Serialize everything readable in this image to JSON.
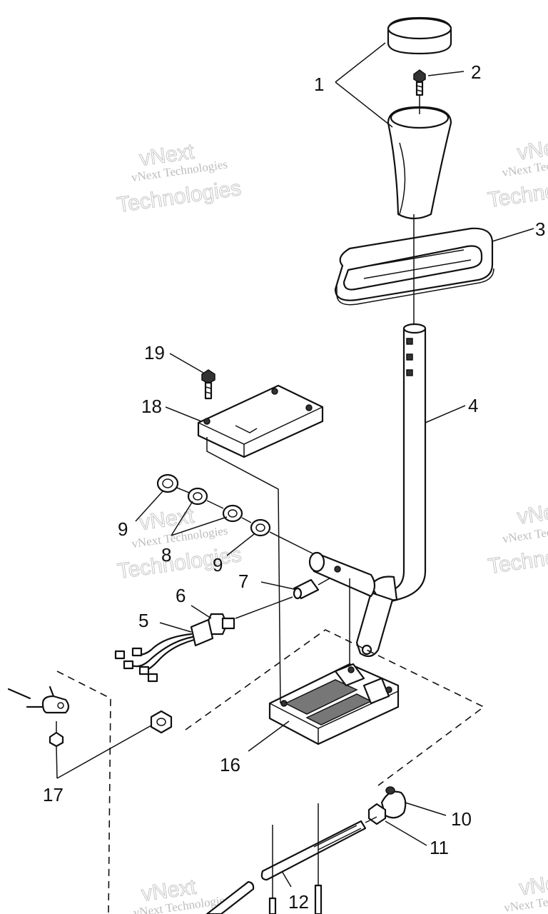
{
  "watermark": {
    "line1": "vNext Technologies",
    "line2": "vNext",
    "line3": "Technologies"
  },
  "callouts": [
    "1",
    "2",
    "3",
    "4",
    "5",
    "6",
    "7",
    "8",
    "9",
    "9",
    "10",
    "11",
    "12",
    "16",
    "17",
    "18",
    "19"
  ]
}
